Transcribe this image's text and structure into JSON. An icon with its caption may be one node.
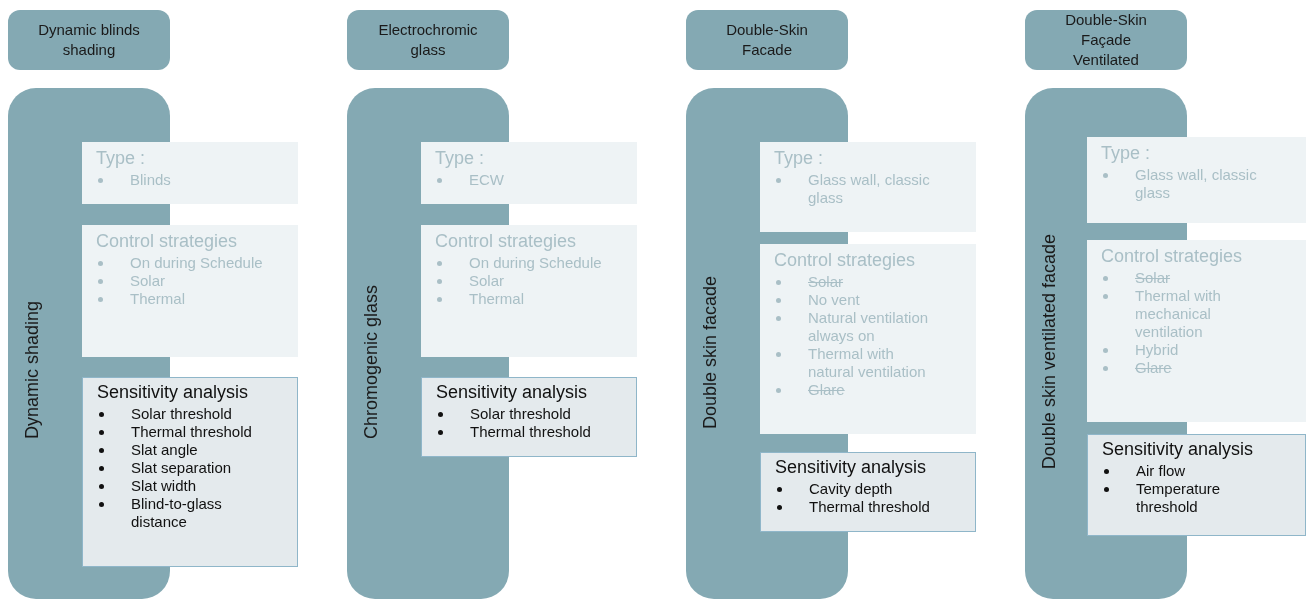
{
  "diagram": {
    "nodes": [
      {
        "text": [
          "Dynamic blinds shading"
        ]
      },
      {
        "text": [
          "Dynamic shading"
        ]
      },
      {
        "text": [
          "Type :",
          "Blinds"
        ]
      },
      {
        "text": [
          "Control strategies",
          "On during Schedule",
          "Solar",
          "Thermal"
        ]
      },
      {
        "text": [
          "Sensitivity analysis",
          "Solar threshold",
          "Thermal threshold",
          "Slat angle",
          "Slat separation",
          "Slat width",
          "Blind-to-glass distance"
        ]
      },
      {
        "text": [
          "Electrochromic glass"
        ]
      },
      {
        "text": [
          "Chromogenic glass"
        ]
      },
      {
        "text": [
          "Type :",
          "ECW"
        ]
      },
      {
        "text": [
          "Control strategies",
          "On during Schedule",
          "Solar",
          "Thermal"
        ]
      },
      {
        "text": [
          "Sensitivity analysis",
          "Solar threshold",
          "Thermal threshold"
        ]
      },
      {
        "text": [
          "Double-Skin Facade"
        ]
      },
      {
        "text": [
          "Double skin facade"
        ]
      },
      {
        "text": [
          "Type :",
          "Glass wall, classic glass"
        ]
      },
      {
        "text": [
          "Control strategies",
          "Solar",
          "No vent",
          "Natural ventilation always on",
          "Thermal with natural ventilation",
          "Glare"
        ]
      },
      {
        "text": [
          "Sensitivity analysis",
          "Cavity depth",
          "Thermal threshold"
        ]
      },
      {
        "text": [
          "Double-Skin Façade Ventilated"
        ]
      },
      {
        "text": [
          "Double skin ventilated facade"
        ]
      },
      {
        "text": [
          "Type :",
          "Glass wall, classic glass"
        ]
      },
      {
        "text": [
          "Control strategies",
          "Solar",
          "Thermal with mechanical ventilation",
          "Hybrid",
          "Glare"
        ]
      },
      {
        "text": [
          "Sensitivity analysis",
          "Air flow",
          "Temperature threshold"
        ]
      }
    ]
  }
}
